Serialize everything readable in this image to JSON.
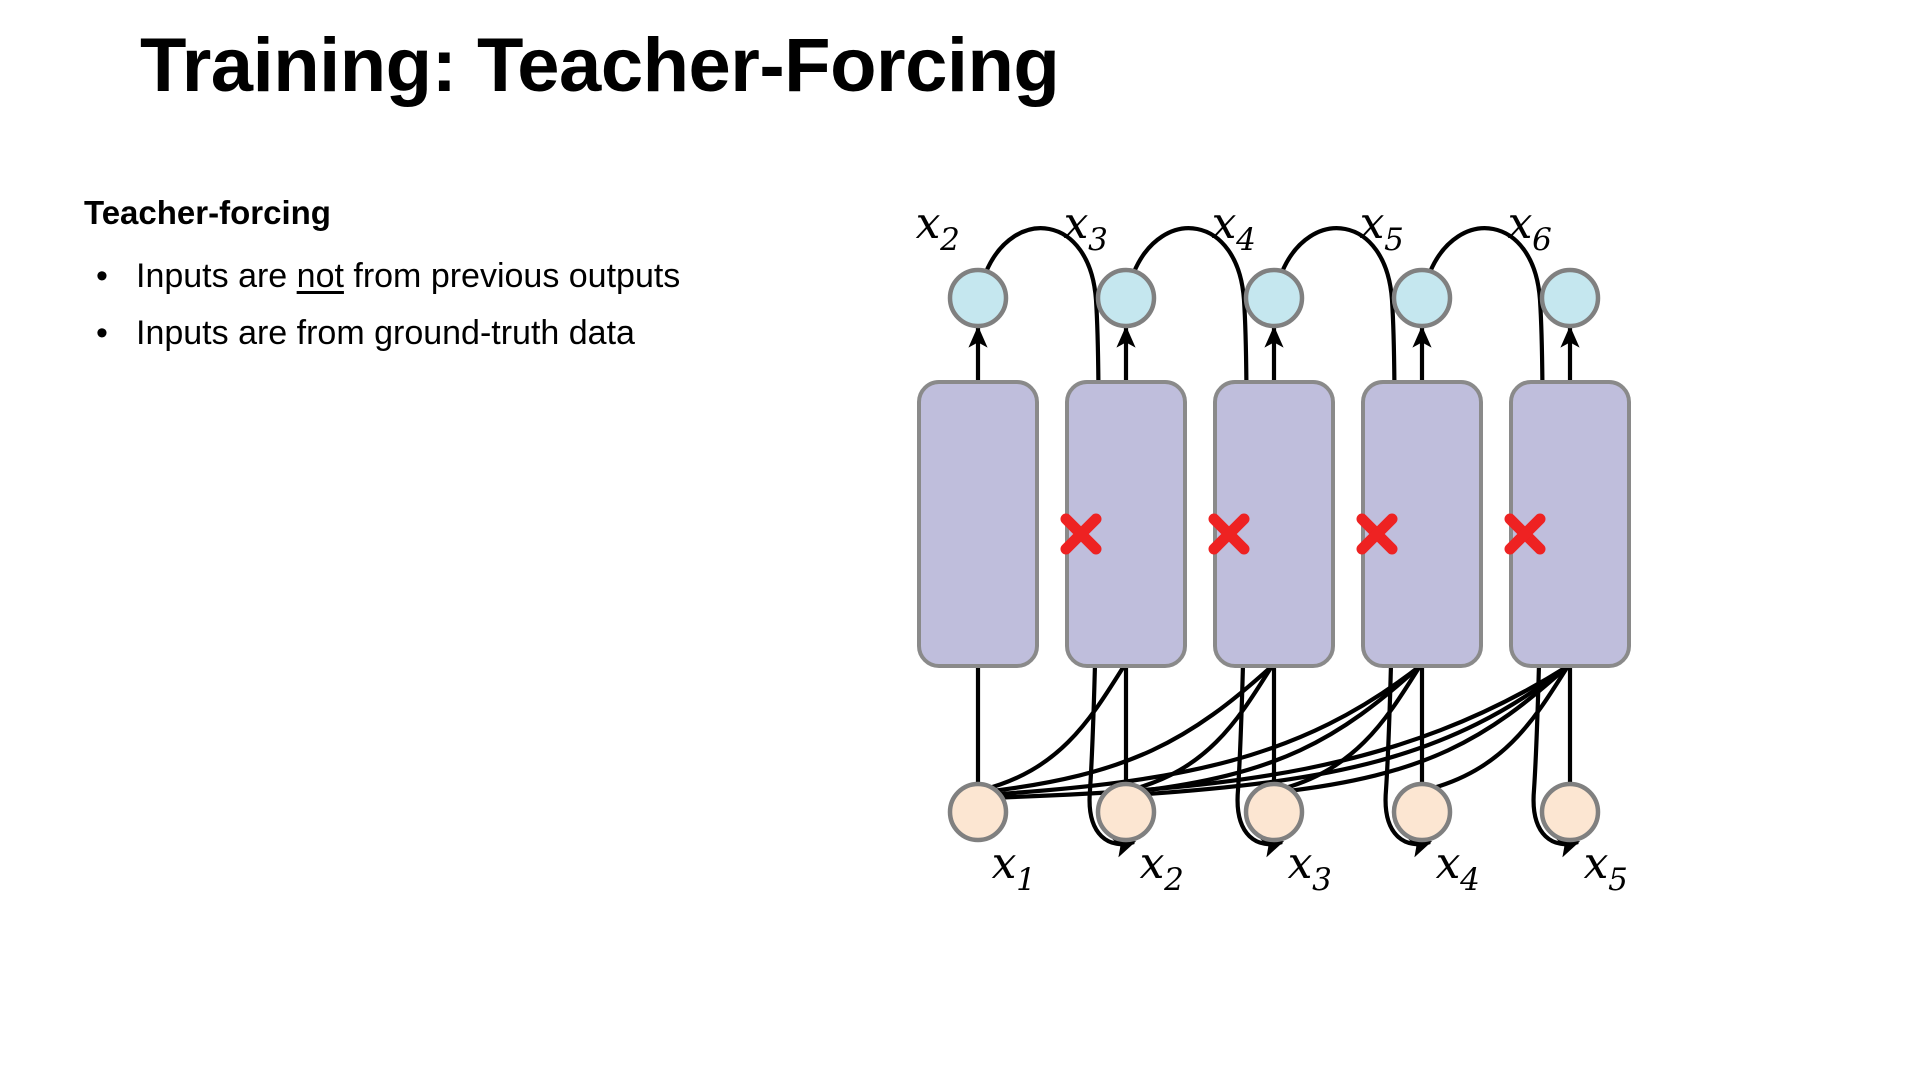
{
  "slide": {
    "title": "Training: Teacher-Forcing",
    "background_color": "#ffffff"
  },
  "content": {
    "lead": "Teacher-forcing",
    "bullet_marker": "•",
    "bullets": [
      {
        "pre": "Inputs are ",
        "emphasis": "not",
        "post": " from previous outputs",
        "emphasis_style": "underline"
      },
      {
        "pre": "Inputs are from ground-truth data",
        "emphasis": "",
        "post": "",
        "emphasis_style": "none"
      }
    ]
  },
  "diagram": {
    "name": "rnn-teacher-forcing-unrolled",
    "colors": {
      "output_node_fill": "#c5e7ef",
      "output_node_stroke": "#808080",
      "input_node_fill": "#fce6d2",
      "input_node_stroke": "#808080",
      "cell_fill": "#bfbedc",
      "cell_stroke": "#8a8a8a",
      "edge": "#000000",
      "cut_marker": "#ee2222"
    },
    "timesteps": 5,
    "output_labels": [
      "x_2",
      "x_3",
      "x_4",
      "x_5",
      "x_6"
    ],
    "output_labels_text": [
      "x",
      "x",
      "x",
      "x",
      "x"
    ],
    "output_subscripts": [
      "2",
      "3",
      "4",
      "5",
      "6"
    ],
    "input_labels_text": [
      "x",
      "x",
      "x",
      "x",
      "x"
    ],
    "input_subscripts": [
      "1",
      "2",
      "3",
      "4",
      "5"
    ],
    "cut_marker_glyph": "✕",
    "cut_marker_count": 4,
    "cut_marker_meaning": "recurrent connection from previous output is removed",
    "notes": {
      "output_to_next_input": "each predicted output x_{t+1} loops down with an arrow to the next input position",
      "input_fanout": "each ground-truth input x_t feeds forward into its own and all later cells"
    }
  }
}
